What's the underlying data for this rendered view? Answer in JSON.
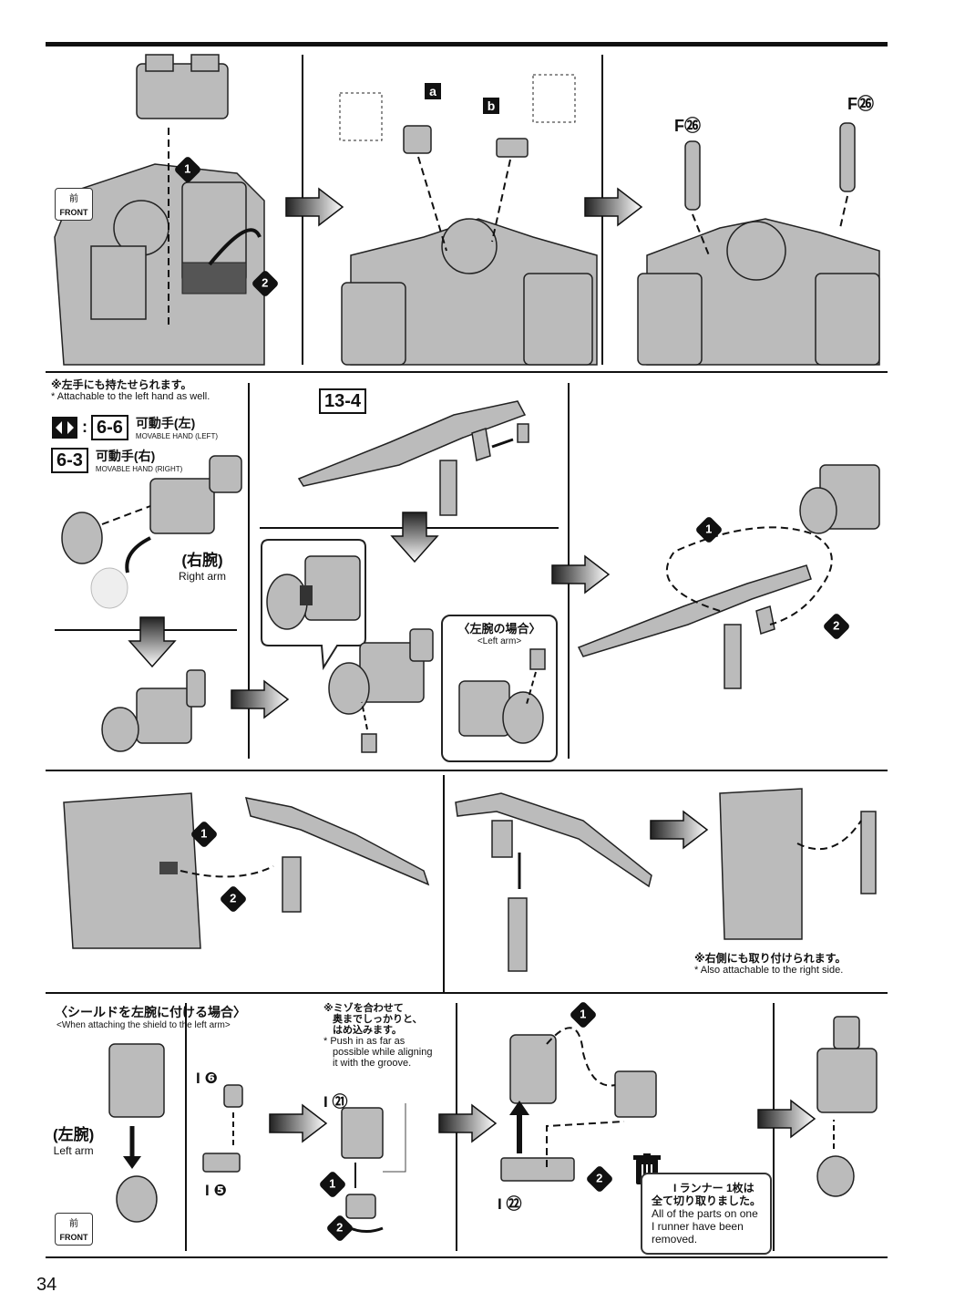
{
  "page": {
    "number": "34"
  },
  "front_badge": {
    "jp": "前",
    "en": "FRONT"
  },
  "row1": {
    "callouts": {
      "a": "a",
      "b": "b"
    },
    "part_f26": "F㉖"
  },
  "row2": {
    "note_jp": "※左手にも持たせられます。",
    "note_en": "* Attachable to the left hand as well.",
    "hand_left_num": "6-6",
    "hand_left_jp": "可動手(左)",
    "hand_left_en": "MOVABLE HAND (LEFT)",
    "hand_right_num": "6-3",
    "hand_right_jp": "可動手(右)",
    "hand_right_en": "MOVABLE HAND (RIGHT)",
    "right_arm_jp": "(右腕)",
    "right_arm_en": "Right arm",
    "weapon_num": "13-4",
    "left_arm_case_jp": "〈左腕の場合〉",
    "left_arm_case_en": "<Left arm>"
  },
  "row3": {
    "note_jp": "※右側にも取り付けられます。",
    "note_en": "* Also attachable to the right side."
  },
  "row4": {
    "heading_jp": "〈シールドを左腕に付ける場合〉",
    "heading_en": "<When attaching the shield to the left arm>",
    "left_arm_jp": "(左腕)",
    "left_arm_en": "Left arm",
    "groove_note_jp1": "※ミゾを合わせて",
    "groove_note_jp2": "奥までしっかりと、",
    "groove_note_jp3": "はめ込みます。",
    "groove_note_en1": "* Push in as far as",
    "groove_note_en2": "possible while aligning",
    "groove_note_en3": "it with the groove.",
    "part_i6": "I ❻",
    "part_i5": "I ❺",
    "part_i21": "I ㉑",
    "part_i22": "I ㉒",
    "runner_jp1": "I ランナー 1枚は",
    "runner_jp2": "全て切り取りました。",
    "runner_en1": "All of the parts on one",
    "runner_en2": "I runner have been",
    "runner_en3": "removed."
  },
  "steps": {
    "one": "1",
    "two": "2"
  }
}
